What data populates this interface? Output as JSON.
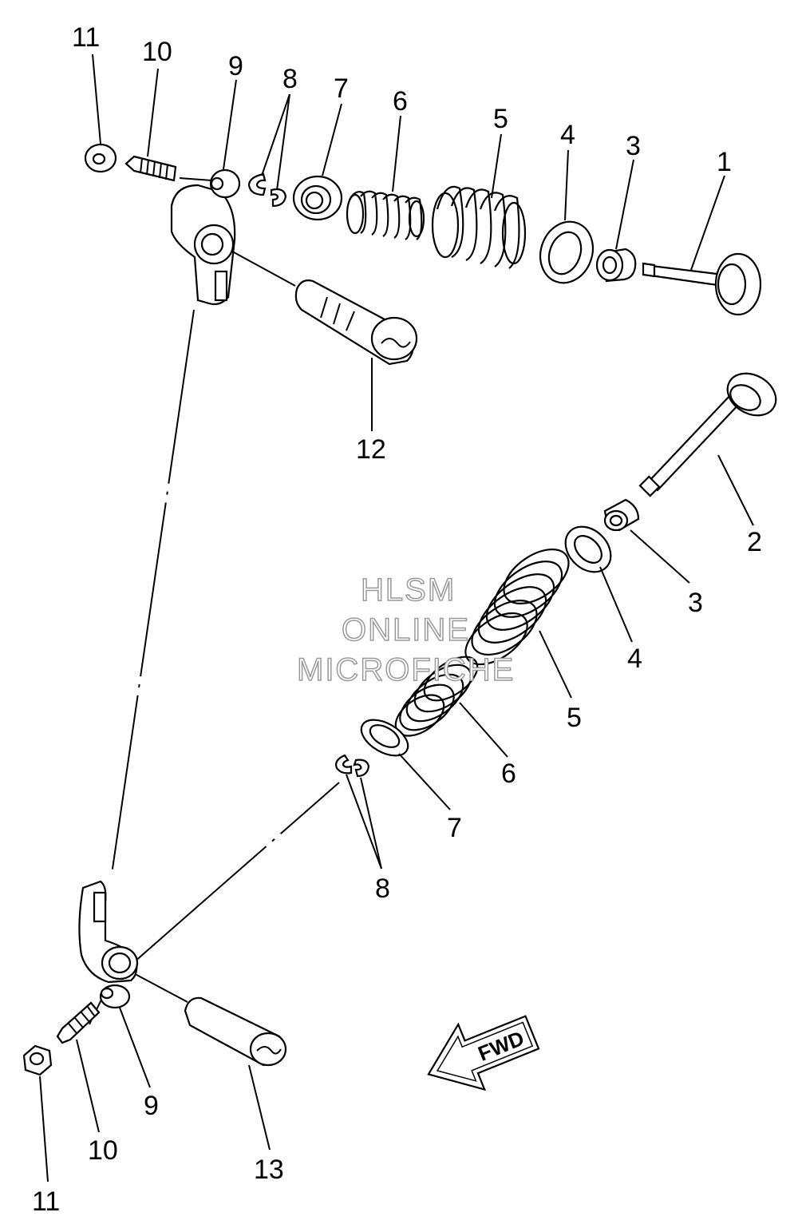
{
  "watermark": {
    "line1": "HLSM",
    "line2": "ONLINE",
    "line3": "MICROFICHE"
  },
  "fwd_label": "FWD",
  "callouts": {
    "top": {
      "c11": "11",
      "c10": "10",
      "c9": "9",
      "c8": "8",
      "c7": "7",
      "c6": "6",
      "c5": "5",
      "c4": "4",
      "c3": "3",
      "c1": "1",
      "c12": "12"
    },
    "bottom": {
      "c2": "2",
      "c3": "3",
      "c4": "4",
      "c5": "5",
      "c6": "6",
      "c7": "7",
      "c8": "8",
      "c9": "9",
      "c10": "10",
      "c11": "11",
      "c13": "13"
    }
  }
}
